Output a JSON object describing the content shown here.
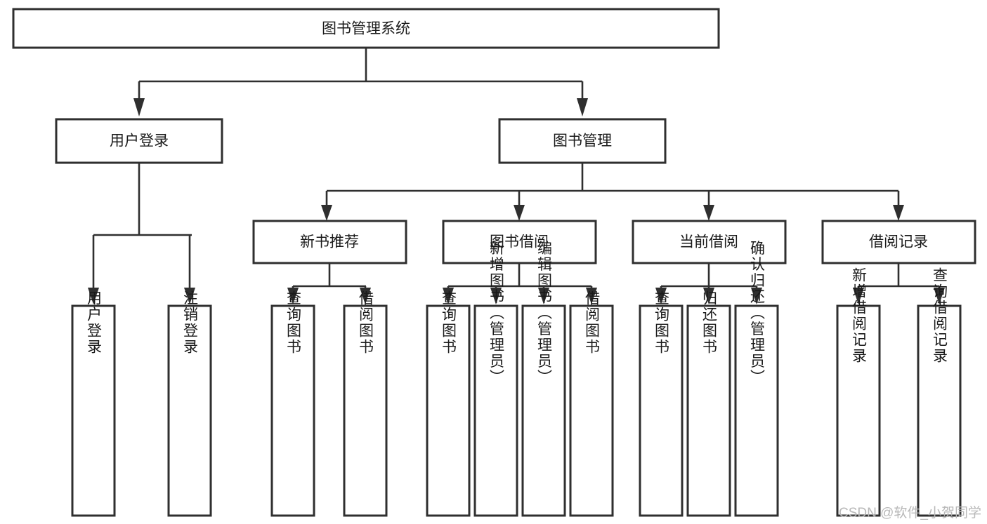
{
  "diagram": {
    "title": "图书管理系统",
    "colors": {
      "box_stroke": "#2f2f2f",
      "box_fill": "#ffffff",
      "connector": "#2f2f2f",
      "text": "#1a1a1a",
      "background": "#ffffff",
      "watermark": "#b8b8b8"
    },
    "root": {
      "label": "图书管理系统"
    },
    "level2": [
      {
        "label": "用户登录"
      },
      {
        "label": "图书管理"
      }
    ],
    "level3": [
      {
        "label": "新书推荐"
      },
      {
        "label": "图书借阅"
      },
      {
        "label": "当前借阅"
      },
      {
        "label": "借阅记录"
      }
    ],
    "leaves": {
      "user_login": [
        {
          "label": "用户登录"
        },
        {
          "label": "注销登录"
        }
      ],
      "new_book_recommend": [
        {
          "label": "查询图书"
        },
        {
          "label": "借阅图书"
        }
      ],
      "book_borrow": [
        {
          "label": "查询图书"
        },
        {
          "label": "新增图书（管理员）"
        },
        {
          "label": "编辑图书（管理员）"
        },
        {
          "label": "借阅图书"
        }
      ],
      "current_borrow": [
        {
          "label": "查询图书"
        },
        {
          "label": "归还图书"
        },
        {
          "label": "确认归还（管理员）"
        }
      ],
      "borrow_record": [
        {
          "label": "新增借阅记录"
        },
        {
          "label": "查询借阅记录"
        }
      ]
    },
    "watermark": "CSDN @软件_小贺同学"
  }
}
